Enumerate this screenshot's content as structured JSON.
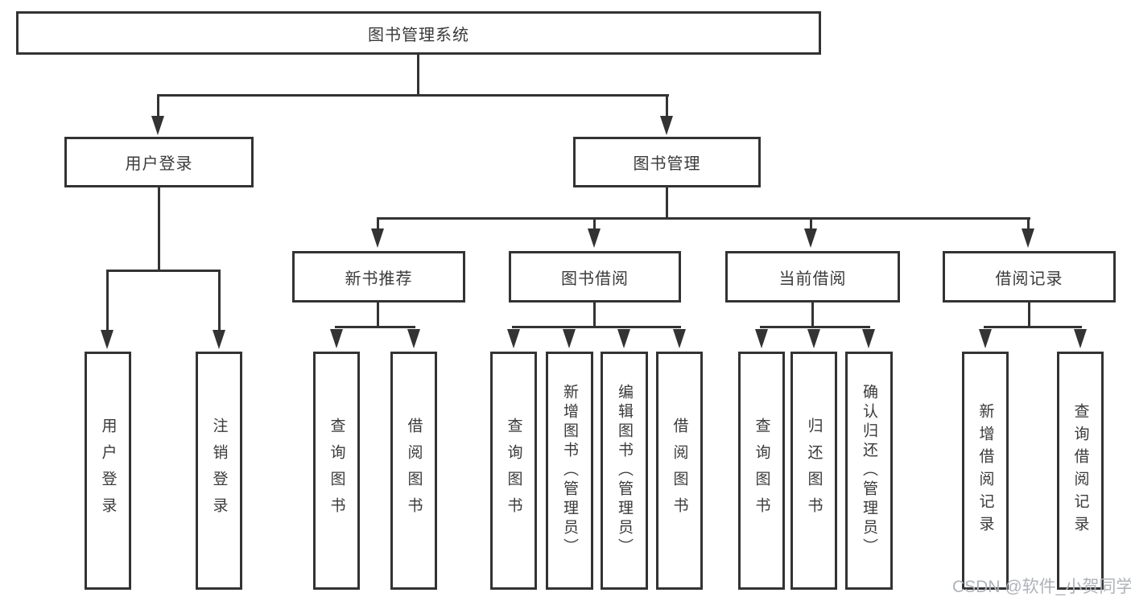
{
  "diagram_type": "org-tree",
  "colors": {
    "line": "#333333",
    "box_bg": "#ffffff",
    "text": "#3a3a3a",
    "watermark": "#aeb3b9"
  },
  "tree": {
    "root": {
      "label": "图书管理系统",
      "children": [
        {
          "label": "用户登录",
          "children": [
            {
              "label": "用户登录"
            },
            {
              "label": "注销登录"
            }
          ]
        },
        {
          "label": "图书管理",
          "children": [
            {
              "label": "新书推荐",
              "children": [
                {
                  "label": "查询图书"
                },
                {
                  "label": "借阅图书"
                }
              ]
            },
            {
              "label": "图书借阅",
              "children": [
                {
                  "label": "查询图书"
                },
                {
                  "label": "新增图书（管理员）"
                },
                {
                  "label": "编辑图书（管理员）"
                },
                {
                  "label": "借阅图书"
                }
              ]
            },
            {
              "label": "当前借阅",
              "children": [
                {
                  "label": "查询图书"
                },
                {
                  "label": "归还图书"
                },
                {
                  "label": "确认归还（管理员）"
                }
              ]
            },
            {
              "label": "借阅记录",
              "children": [
                {
                  "label": "新增借阅记录"
                },
                {
                  "label": "查询借阅记录"
                }
              ]
            }
          ]
        }
      ]
    }
  },
  "watermark": {
    "text": "CSDN @软件_小贺同学"
  }
}
